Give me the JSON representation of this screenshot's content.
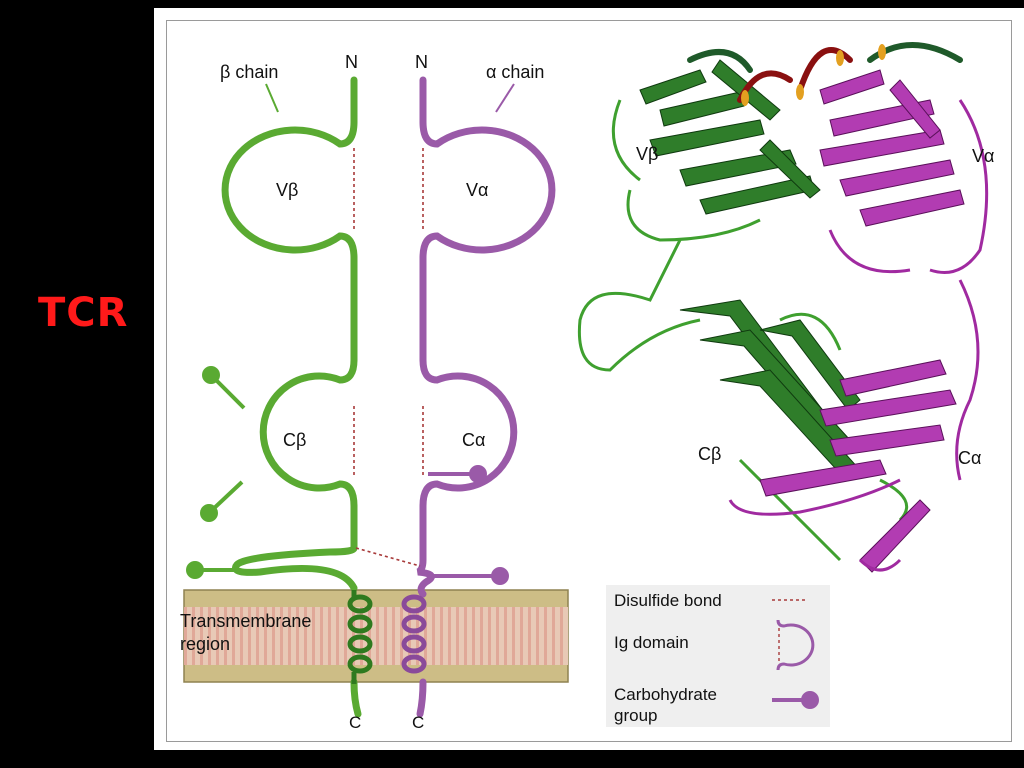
{
  "slide": {
    "title": "TCR"
  },
  "diagram": {
    "beta_chain_label": "β chain",
    "alpha_chain_label": "α chain",
    "n_terminus_beta": "N",
    "n_terminus_alpha": "N",
    "c_terminus_beta": "C",
    "c_terminus_alpha": "C",
    "v_beta": "Vβ",
    "v_alpha": "Vα",
    "c_beta": "Cβ",
    "c_alpha": "Cα",
    "membrane_label_line1": "Transmembrane",
    "membrane_label_line2": "region",
    "structure_v_beta": "Vβ",
    "structure_v_alpha": "Vα",
    "structure_c_beta": "Cβ",
    "structure_c_alpha": "Cα",
    "colors": {
      "beta": "#5aaa32",
      "alpha": "#9a5aa8",
      "beta_dark": "#1f6a1f",
      "alpha_ribbon": "#b23cb2",
      "disulfide": "#a83a3a",
      "membrane": "#cfc08a",
      "membrane_stripe": "#e6b2a8",
      "loop_red": "#8a1010",
      "loop_orange": "#e3a020"
    }
  },
  "legend": {
    "disulfide": "Disulfide bond",
    "ig_domain": "Ig domain",
    "carbohydrate_line1": "Carbohydrate",
    "carbohydrate_line2": "group"
  }
}
